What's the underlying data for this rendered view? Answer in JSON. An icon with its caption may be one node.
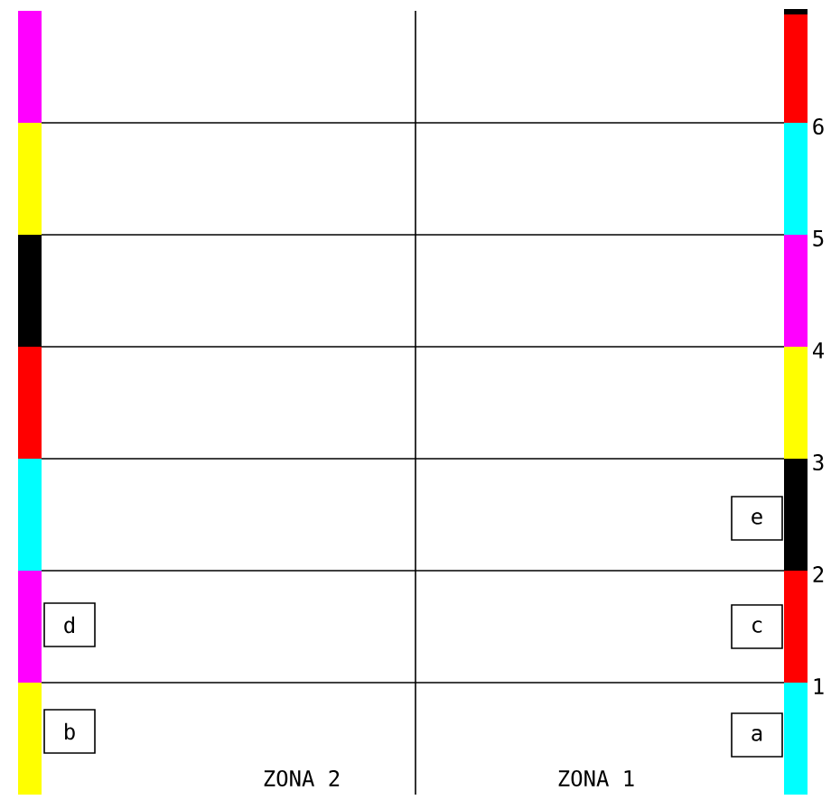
{
  "diagram": {
    "nodes": [
      {
        "text": [
          "e"
        ]
      },
      {
        "text": [
          "d"
        ]
      },
      {
        "text": [
          "c"
        ]
      },
      {
        "text": [
          "b"
        ]
      },
      {
        "text": [
          "a"
        ]
      }
    ],
    "labels": [
      "6",
      "5",
      "4",
      "3",
      "2",
      "1",
      "ZONA 2",
      "ZONA 1"
    ]
  }
}
